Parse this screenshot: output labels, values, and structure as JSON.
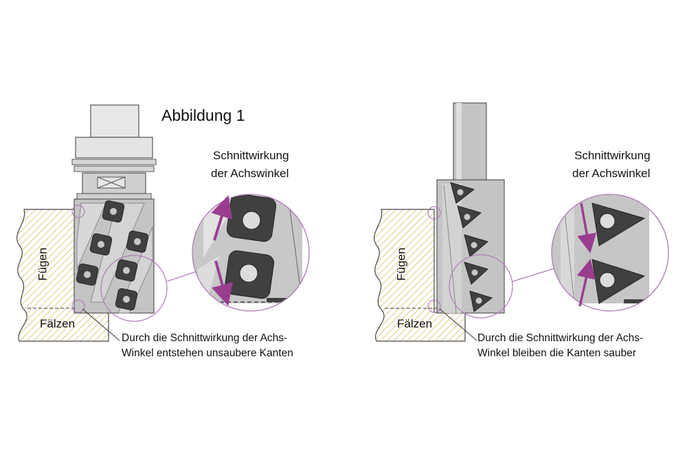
{
  "title": "Abbildung 1",
  "left_panel": {
    "callout_line1": "Schnittwirkung",
    "callout_line2": "der Achswinkel",
    "vertical_label": "Fügen",
    "bottom_label": "Fälzen",
    "caption_line1": "Durch die Schnittwirkung der Achs-",
    "caption_line2": "Winkel entstehen unsaubere Kanten"
  },
  "right_panel": {
    "callout_line1": "Schnittwirkung",
    "callout_line2": "der Achswinkel",
    "vertical_label": "Fügen",
    "bottom_label": "Fälzen",
    "caption_line1": "Durch die Schnittwirkung der Achs-",
    "caption_line2": "Winkel bleiben die Kanten sauber"
  },
  "colors": {
    "tool_body": "#c6c6c6",
    "tool_light": "#e4e4e4",
    "insert": "#3f3f3f",
    "wood_hatch": "#e0cf8a",
    "circle": "#b07ab8",
    "arrow": "#9a3d8f"
  }
}
